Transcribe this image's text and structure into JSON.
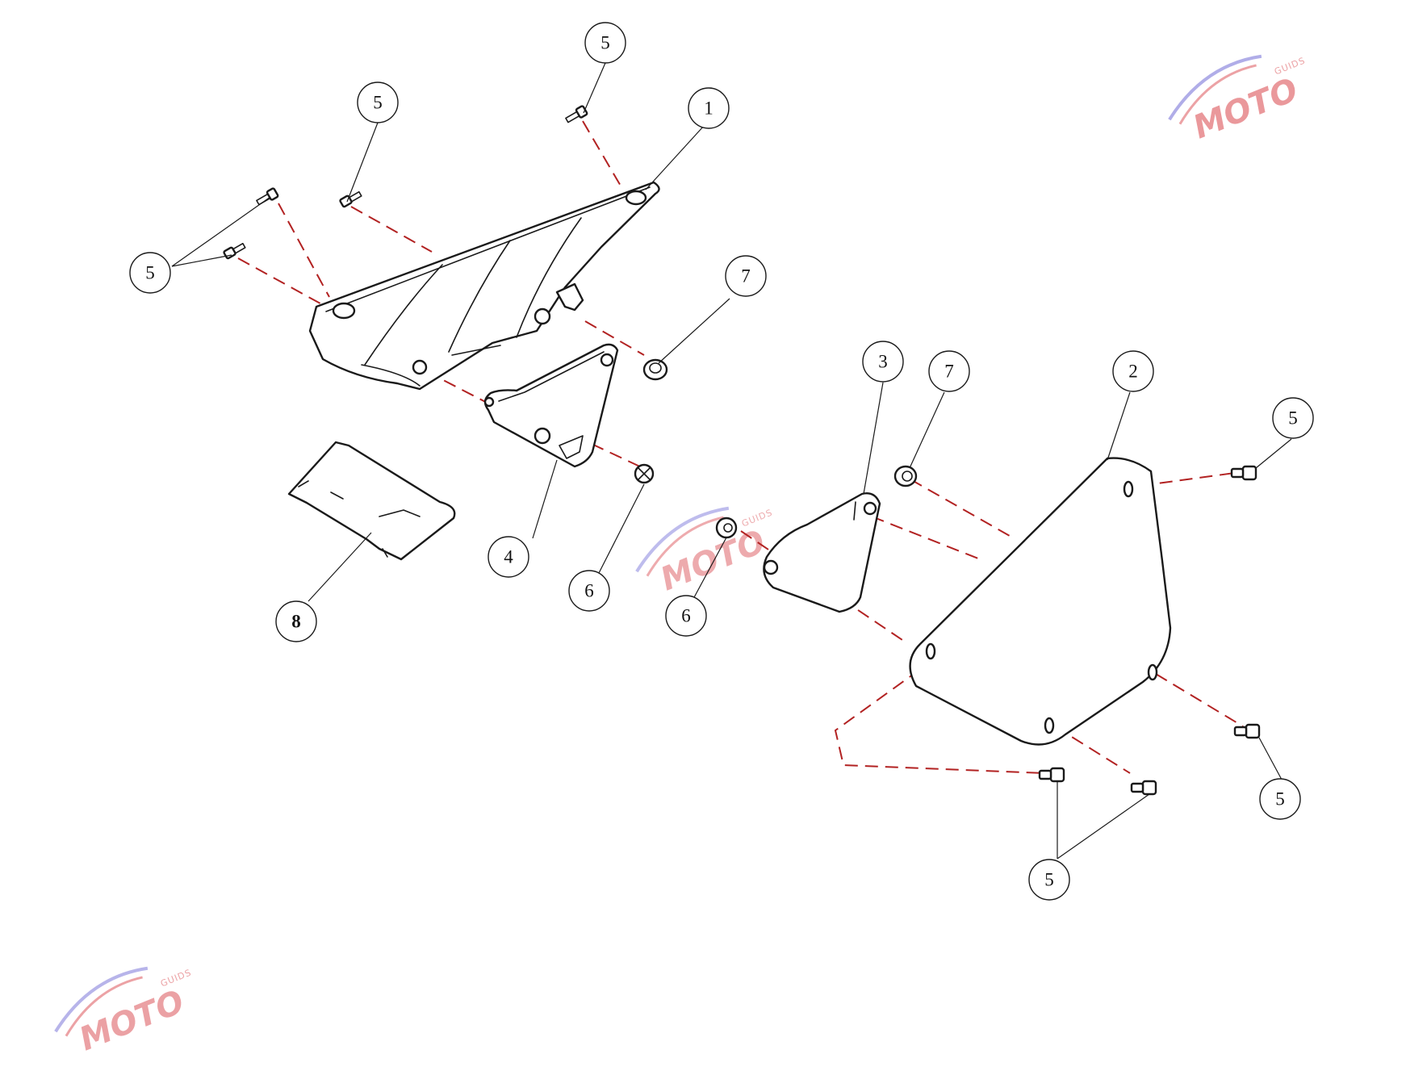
{
  "colors": {
    "line": "#1a1a1a",
    "dashed_leader": "#b22222",
    "watermark_red": "#d9454b",
    "watermark_blue": "#6f6ad6",
    "background": "#ffffff"
  },
  "callouts": {
    "c1": "1",
    "c2": "2",
    "c3": "3",
    "c4": "4",
    "c5a": "5",
    "c5b": "5",
    "c5c": "5",
    "c5d": "5",
    "c5e": "5",
    "c5f": "5",
    "c6a": "6",
    "c6b": "6",
    "c7a": "7",
    "c7b": "7",
    "c8": "8"
  },
  "watermark": {
    "brand": "MOTO",
    "subtitle": "GUIDS"
  }
}
